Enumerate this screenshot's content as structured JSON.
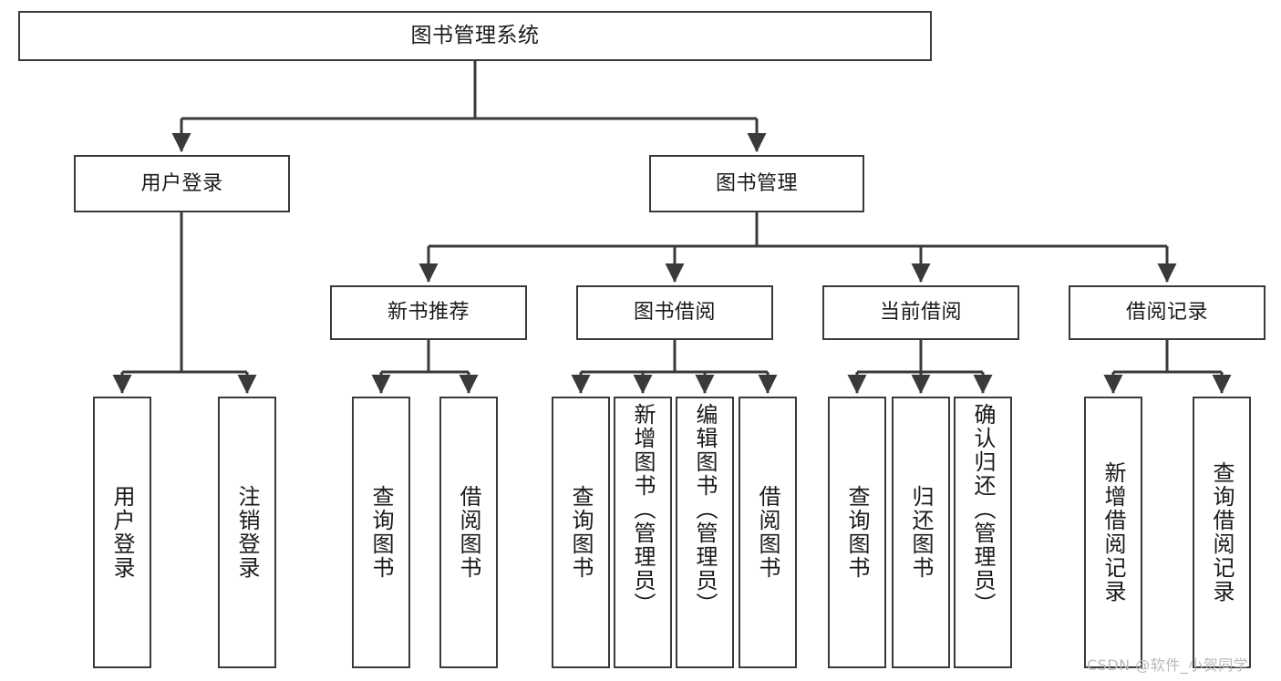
{
  "diagram": {
    "title": "图书管理系统",
    "type": "hierarchy-tree",
    "watermark": "CSDN @软件_小贺同学",
    "colors": {
      "box_border": "#3a3a3a",
      "box_fill": "#ffffff",
      "connector": "#3a3a3a",
      "text": "#1a1a1a",
      "watermark": "#b9b9b9",
      "background": "#ffffff"
    },
    "levels": {
      "root": "图书管理系统",
      "level2": [
        "用户登录",
        "图书管理"
      ],
      "level3": [
        "新书推荐",
        "图书借阅",
        "当前借阅",
        "借阅记录"
      ],
      "level4": [
        "用户登录",
        "注销登录",
        "查询图书",
        "借阅图书",
        "查询图书",
        "新增图书（管理员）",
        "编辑图书（管理员）",
        "借阅图书",
        "查询图书",
        "归还图书",
        "确认归还（管理员）",
        "新增借阅记录",
        "查询借阅记录"
      ]
    },
    "nodes": {
      "root": {
        "label": "图书管理系统"
      },
      "user_login": {
        "label": "用户登录"
      },
      "book_mgmt": {
        "label": "图书管理"
      },
      "new_book_rec": {
        "label": "新书推荐"
      },
      "book_borrow": {
        "label": "图书借阅"
      },
      "current_borrow": {
        "label": "当前借阅"
      },
      "borrow_record": {
        "label": "借阅记录"
      },
      "leaf_user_login": {
        "label": "用户登录"
      },
      "leaf_logout": {
        "label": "注销登录"
      },
      "leaf_query_book_a": {
        "label": "查询图书"
      },
      "leaf_borrow_book_a": {
        "label": "借阅图书"
      },
      "leaf_query_book_b": {
        "label": "查询图书"
      },
      "leaf_add_book": {
        "label": "新增图书（管理员）"
      },
      "leaf_edit_book": {
        "label": "编辑图书（管理员）"
      },
      "leaf_borrow_book_b": {
        "label": "借阅图书"
      },
      "leaf_query_book_c": {
        "label": "查询图书"
      },
      "leaf_return_book": {
        "label": "归还图书"
      },
      "leaf_confirm_return": {
        "label": "确认归还（管理员）"
      },
      "leaf_add_record": {
        "label": "新增借阅记录"
      },
      "leaf_query_record": {
        "label": "查询借阅记录"
      }
    },
    "edges": [
      {
        "from": "root",
        "to": "user_login"
      },
      {
        "from": "root",
        "to": "book_mgmt"
      },
      {
        "from": "user_login",
        "to": "leaf_user_login"
      },
      {
        "from": "user_login",
        "to": "leaf_logout"
      },
      {
        "from": "book_mgmt",
        "to": "new_book_rec"
      },
      {
        "from": "book_mgmt",
        "to": "book_borrow"
      },
      {
        "from": "book_mgmt",
        "to": "current_borrow"
      },
      {
        "from": "book_mgmt",
        "to": "borrow_record"
      },
      {
        "from": "new_book_rec",
        "to": "leaf_query_book_a"
      },
      {
        "from": "new_book_rec",
        "to": "leaf_borrow_book_a"
      },
      {
        "from": "book_borrow",
        "to": "leaf_query_book_b"
      },
      {
        "from": "book_borrow",
        "to": "leaf_add_book"
      },
      {
        "from": "book_borrow",
        "to": "leaf_edit_book"
      },
      {
        "from": "book_borrow",
        "to": "leaf_borrow_book_b"
      },
      {
        "from": "current_borrow",
        "to": "leaf_query_book_c"
      },
      {
        "from": "current_borrow",
        "to": "leaf_return_book"
      },
      {
        "from": "current_borrow",
        "to": "leaf_confirm_return"
      },
      {
        "from": "borrow_record",
        "to": "leaf_add_record"
      },
      {
        "from": "borrow_record",
        "to": "leaf_query_record"
      }
    ]
  }
}
